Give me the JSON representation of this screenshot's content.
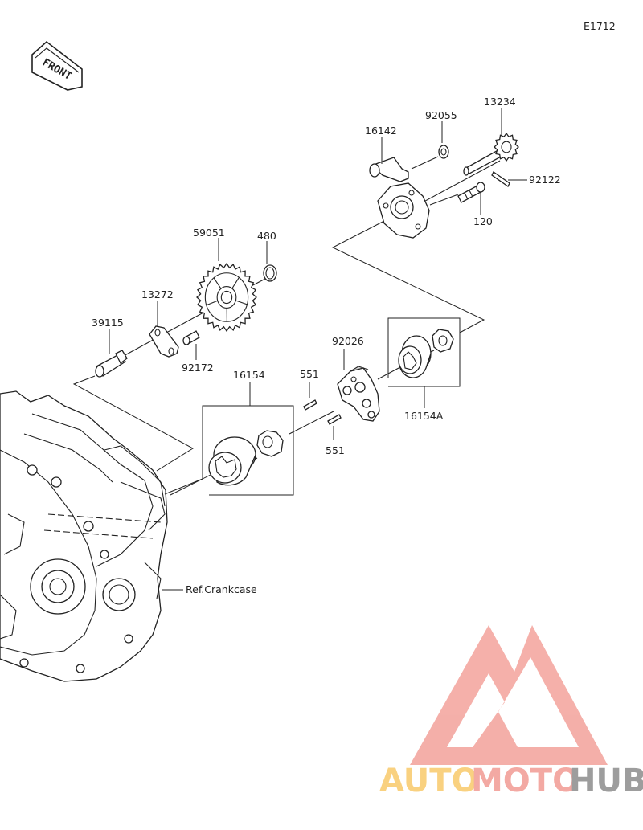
{
  "diagram_code": "E1712",
  "front_label": "FRONT",
  "ref_label": "Ref.Crankcase",
  "parts": {
    "p13234": "13234",
    "p92055": "92055",
    "p16142": "16142",
    "p92122": "92122",
    "p120": "120",
    "p59051": "59051",
    "p480": "480",
    "p13272": "13272",
    "p39115": "39115",
    "p92172": "92172",
    "p16154": "16154",
    "p551a": "551",
    "p92026": "92026",
    "p551b": "551",
    "p16154A": "16154A"
  },
  "watermark": {
    "word_a": "AUTO",
    "word_b": "MOTO",
    "word_c": "HUB",
    "color_a": "#f8c96b",
    "color_b": "#f29b93",
    "color_c": "#8c8c8c",
    "logo_color": "#f3a29b"
  }
}
